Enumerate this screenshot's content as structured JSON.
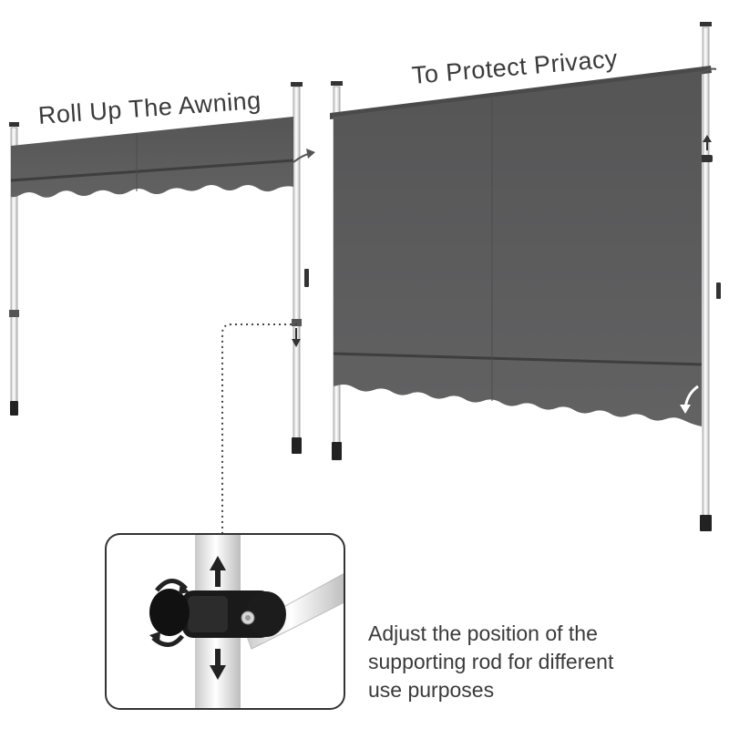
{
  "labels": {
    "roll_up": "Roll Up The Awning",
    "privacy": "To Protect Privacy"
  },
  "caption": {
    "line1": "Adjust the position of the",
    "line2": "supporting rod for different",
    "line3": "use purposes"
  },
  "colors": {
    "fabric": "#5c5c5d",
    "fabric_dark": "#4a4a4b",
    "pole": "#f2f2f2",
    "pole_outline": "#9a9a9a",
    "text": "#3a3a3a",
    "clamp": "#1a1a1a"
  },
  "icons": [
    "rotate-arrows-icon",
    "up-arrow-icon",
    "down-arrow-icon",
    "curved-arrow-icon"
  ]
}
